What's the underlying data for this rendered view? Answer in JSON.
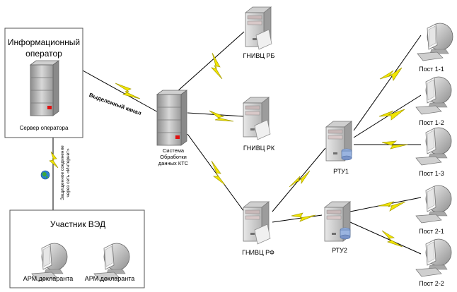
{
  "colors": {
    "link": "#e8e000",
    "link_outline": "#b0a800",
    "server_dark": "#7a7a7a",
    "server_light": "#d4d4d4",
    "led": "#e01010",
    "monitor": "#9a9a9a"
  },
  "info_operator": {
    "title_line1": "Информационный",
    "title_line2": "оператор",
    "server_label": "Сервер оператора"
  },
  "ved_participant": {
    "title": "Участник ВЭД",
    "arm1_label": "АРМ декларанта",
    "arm2_label": "АРМ декларанта"
  },
  "central": {
    "label_line1": "Система",
    "label_line2": "Обработки",
    "label_line3": "данных КТС"
  },
  "links": {
    "dedicated": "Выделенный канал",
    "secure_line1": "Защищенное соединение",
    "secure_line2": "через сеть «Интернет»"
  },
  "servers": {
    "gnivc_rb": "ГНИВЦ РБ",
    "gnivc_rk": "ГНИВЦ РК",
    "gnivc_rf": "ГНИВЦ РФ",
    "rtu1": "РТУ1",
    "rtu2": "РТУ2"
  },
  "posts": {
    "p11": "Пост 1-1",
    "p12": "Пост 1-2",
    "p13": "Пост 1-3",
    "p21": "Пост 2-1",
    "p22": "Пост 2-2"
  }
}
